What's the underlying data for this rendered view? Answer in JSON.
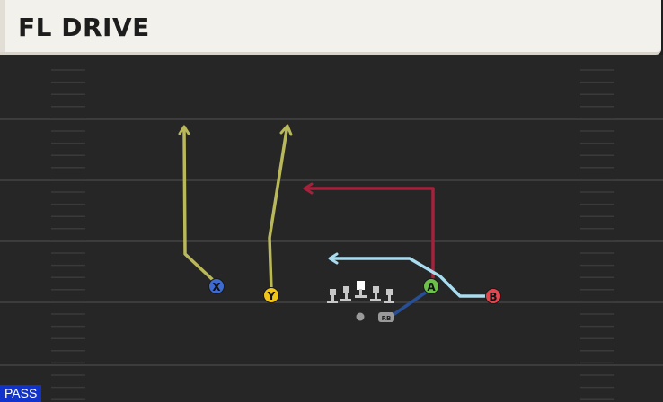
{
  "play": {
    "name": "FL DRIVE",
    "type_badge": "PASS"
  },
  "colors": {
    "title_bg": "#f3f1ec",
    "field_bg": "#262626",
    "yard_line": "#3c3c3c",
    "route_yellow": "#b9b85a",
    "route_red": "#a4223b",
    "route_lightblue": "#a8dcee",
    "route_block": "#274f96",
    "badge_bg": "#1133cc"
  },
  "players": [
    {
      "label": "X",
      "color": "#3f6bd0",
      "text_color": "#111111"
    },
    {
      "label": "Y",
      "color": "#f0c419",
      "text_color": "#111111"
    },
    {
      "label": "A",
      "color": "#6cc04a",
      "text_color": "#111111"
    },
    {
      "label": "B",
      "color": "#e2464f",
      "text_color": "#111111"
    },
    {
      "label": "RB",
      "color": "#9a9a9a",
      "text_color": "#222222"
    }
  ],
  "linemen_count": 5
}
